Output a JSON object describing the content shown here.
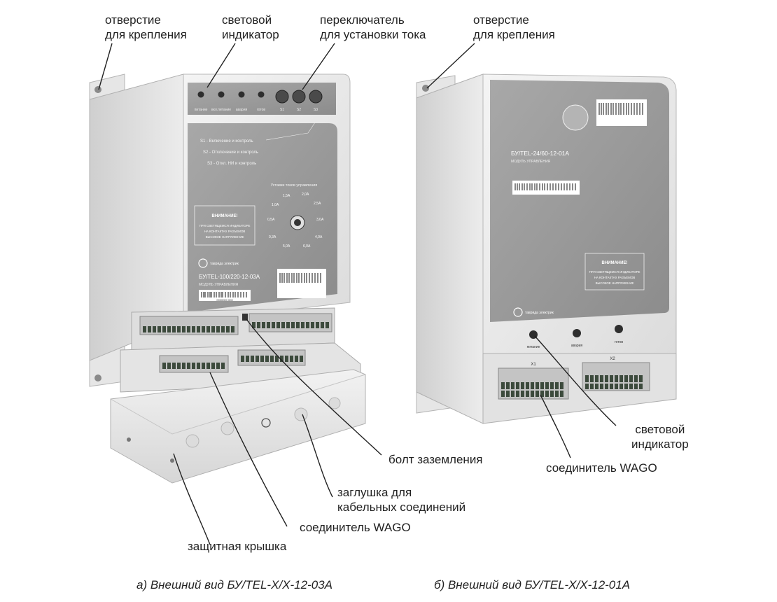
{
  "colors": {
    "panel": "#9a9a9a",
    "housing": "#e8e8e8",
    "housing_shade": "#cfcfcf",
    "terminal_block": "#c4c4c4",
    "terminal_green": "#3c4a3c",
    "label_text": "#222222"
  },
  "labels": {
    "left_mount_hole": [
      "отверстие",
      "для крепления"
    ],
    "left_indicator": [
      "световой",
      "индикатор"
    ],
    "current_switch": [
      "переключатель",
      "для установки тока"
    ],
    "right_mount_hole": [
      "отверстие",
      "для крепления"
    ],
    "right_indicator": [
      "световой",
      "индикатор"
    ],
    "ground_bolt": "болт заземления",
    "right_wago": "соединитель WAGO",
    "cable_plug": [
      "заглушка для",
      "кабельных соединений"
    ],
    "left_wago": "соединитель WAGO",
    "protective_cover": "защитная крышка"
  },
  "captions": {
    "left": "а) Внешний вид БУ/TEL-X/X-12-03A",
    "right": "б) Внешний вид БУ/TEL-X/X-12-01A"
  },
  "device_left": {
    "top_strip_labels": [
      "питание",
      "вкл.питание",
      "авария",
      "готов",
      "S1",
      "S2",
      "S3"
    ],
    "switch_lines": [
      "S1 - Включение и контроль",
      "S2 - Отключение и контроль",
      "S3 - Откл. НИ и контроль"
    ],
    "dial_title": "Уставки токов управления",
    "dial_values": [
      "1,5А",
      "2,0А",
      "1,0А",
      "2,5А",
      "0,5А",
      "3,0А",
      "0,3А",
      "4,0А",
      "5,0А",
      "6,0А"
    ],
    "warning_title": "ВНИМАНИЕ!",
    "warning_text": [
      "ПРИ СВЕТЯЩЕМСЯ ИНДИКАТОРЕ",
      "НА КОНТАКТАХ РАЗЪЕМОВ",
      "ВЫСОКОЕ НАПРЯЖЕНИЕ"
    ],
    "brand": "таврида электрик",
    "model": "БУ/TEL-100/220-12-03А",
    "subtitle": "МОДУЛЬ УПРАВЛЕНИЯ",
    "label_number": "0000000 000"
  },
  "device_right": {
    "model": "БУ/TEL-24/60-12-01А",
    "subtitle": "МОДУЛЬ УПРАВЛЕНИЯ",
    "warning_title": "ВНИМАНИЕ!",
    "warning_text": [
      "ПРИ СВЕТЯЩЕМСЯ ИНДИКАТОРЕ",
      "НА КОНТАКТАХ РАЗЪЕМОВ",
      "ВЫСОКОЕ НАПРЯЖЕНИЕ"
    ],
    "brand": "таврида электрик",
    "indicator_labels": [
      "питание",
      "авария",
      "готов"
    ],
    "connector_labels": [
      "X1",
      "X2"
    ]
  }
}
